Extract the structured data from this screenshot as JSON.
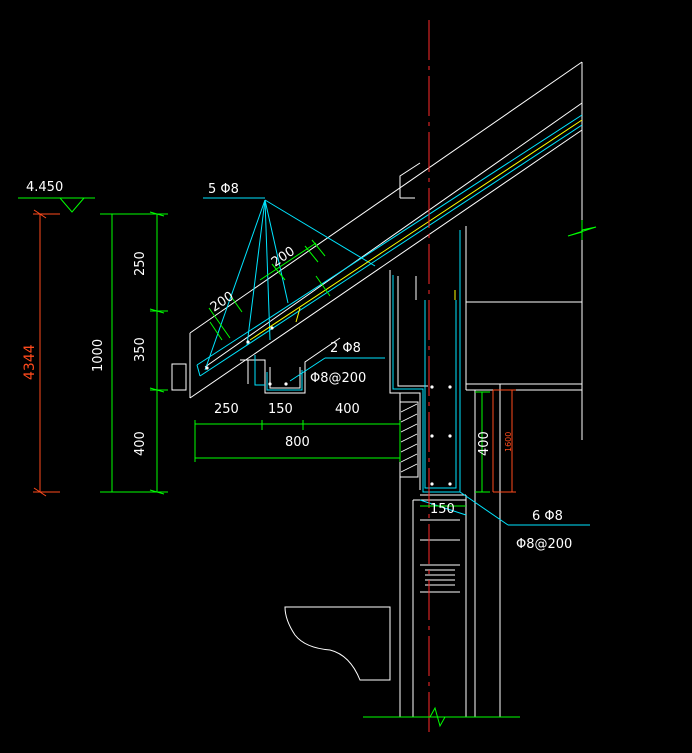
{
  "drawing": {
    "elevation_label": "4.450",
    "rebar_top_label": "5 Φ8",
    "spacing_label_1": "200",
    "spacing_label_2": "200",
    "rebar_mid_label": "2 Φ8",
    "stirrup_mid_label": "Φ8@200",
    "rebar_col_label": "6 Φ8",
    "stirrup_col_label": "Φ8@200",
    "dim_250_v": "250",
    "dim_350_v": "350",
    "dim_400_v": "400",
    "dim_1000": "1000",
    "dim_4344": "4344",
    "dim_250_h": "250",
    "dim_150_h": "150",
    "dim_400_h": "400",
    "dim_800": "800",
    "dim_150_col": "150",
    "dim_400_col": "400",
    "dim_1600": "1600"
  },
  "colors": {
    "background": "#000000",
    "line_white": "#ffffff",
    "line_cyan": "#00e5ff",
    "line_green": "#00ff00",
    "line_red": "#ff2a2a",
    "line_orange": "#ff4a1c",
    "line_yellow": "#ffff00"
  }
}
